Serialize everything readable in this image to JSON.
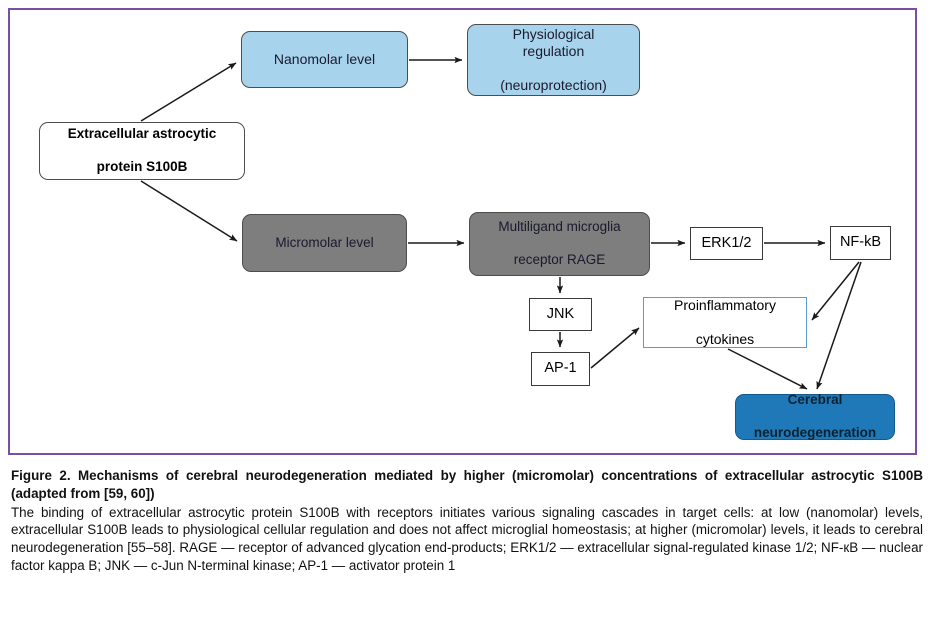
{
  "figure": {
    "frame_color": "#7a4fa3",
    "nodes": {
      "s100b": "Extracellular astrocytic protein S100B",
      "nanomolar": "Nanomolar level",
      "physiological": "Physiological regulation (neuroprotection)",
      "micromolar": "Micromolar level",
      "rage": "Multiligand microglia receptor RAGE",
      "erk": "ERK1/2",
      "nfkb": "NF-kB",
      "jnk": "JNK",
      "ap1": "AP-1",
      "cytokines": "Proinflammatory cytokines",
      "cerebral": "Cerebral neurodegeneration"
    },
    "node_lines": {
      "s100b_l1": "Extracellular astrocytic",
      "s100b_l2": "protein S100B",
      "physiological_l1": "Physiological regulation",
      "physiological_l2": "(neuroprotection)",
      "rage_l1": "Multiligand microglia",
      "rage_l2": "receptor RAGE",
      "cytokines_l1": "Proinflammatory",
      "cytokines_l2": "cytokines",
      "cerebral_l1": "Cerebral",
      "cerebral_l2": "neurodegeneration"
    },
    "colors": {
      "light_blue_fill": "#a8d3ec",
      "gray_fill": "#7e7e7e",
      "blue_fill": "#1f79b8",
      "cytokine_border": "#5b9bd5",
      "arrow": "#1a1a1a"
    },
    "edges": [
      {
        "from": "s100b",
        "to": "nanomolar"
      },
      {
        "from": "nanomolar",
        "to": "physiological"
      },
      {
        "from": "s100b",
        "to": "micromolar"
      },
      {
        "from": "micromolar",
        "to": "rage"
      },
      {
        "from": "rage",
        "to": "erk"
      },
      {
        "from": "erk",
        "to": "nfkb"
      },
      {
        "from": "rage",
        "to": "jnk"
      },
      {
        "from": "jnk",
        "to": "ap1"
      },
      {
        "from": "ap1",
        "to": "cytokines"
      },
      {
        "from": "nfkb",
        "to": "cytokines"
      },
      {
        "from": "nfkb",
        "to": "cerebral"
      },
      {
        "from": "cytokines",
        "to": "cerebral"
      }
    ]
  },
  "caption": {
    "title": "Figure 2. Mechanisms of cerebral neurodegeneration mediated by higher (micromolar) concentrations of extracellular astrocytic S100B (adapted from [59, 60])",
    "body": "The binding of extracellular astrocytic protein S100B with receptors initiates various signaling cascades in target cells: at low (nanomolar) levels, extracellular S100B leads to physiological cellular regulation and does not affect microglial homeostasis; at higher (micromolar) levels, it leads to cerebral neurodegeneration [55–58]. RAGE — receptor of advanced glycation end-products; ERK1/2 — extracellular signal-regulated kinase 1/2; NF-кB — nuclear factor kappa B; JNK — c-Jun N-terminal kinase; AP-1 — activator protein 1"
  }
}
